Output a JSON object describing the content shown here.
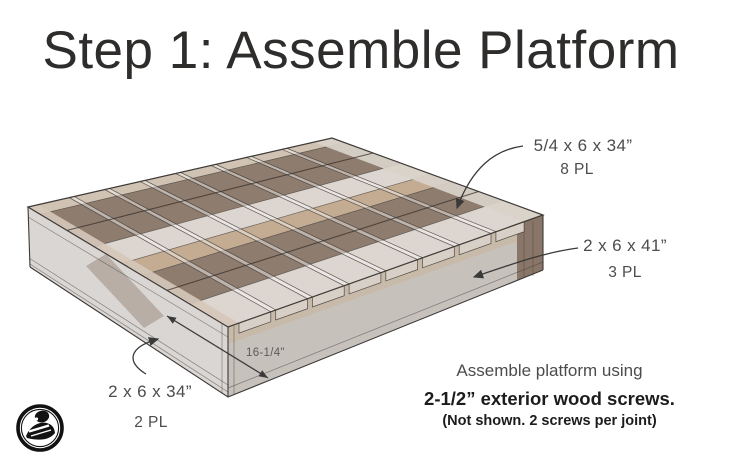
{
  "title": "Step 1: Assemble Platform",
  "callouts": {
    "slats": {
      "dimension": "5/4 x 6 x 34”",
      "quantity": "8 PL"
    },
    "rails": {
      "dimension": "2 x 6 x 41”",
      "quantity": "3 PL"
    },
    "sides": {
      "dimension": "2 x 6 x 34”",
      "quantity": "2 PL"
    },
    "spacing_dimension": "16-1/4\""
  },
  "assembly_note": {
    "line1": "Assemble platform using",
    "line2": "2-1/2” exterior wood screws.",
    "line3": "(Not shown. 2 screws per joint)"
  },
  "logo": {
    "name": "rogue-engineer-logo"
  },
  "colors": {
    "title_text": "#2e2d2c",
    "label_text": "#4c4c4c",
    "note_bold_text": "#1c1c1c",
    "wood_edge": "#d0c3b4",
    "wood_brown": "#8e7c6e",
    "wood_light": "#ddd5cf",
    "wood_tan": "#c4ac93",
    "face_gray": "#c7c1bc",
    "rail_top_tan": "#c8baa9",
    "slat_end": "#d8cfc6",
    "dark_side": "#8a7668",
    "outline": "#3e3a38",
    "arrow_color": "#3a3a3a"
  }
}
